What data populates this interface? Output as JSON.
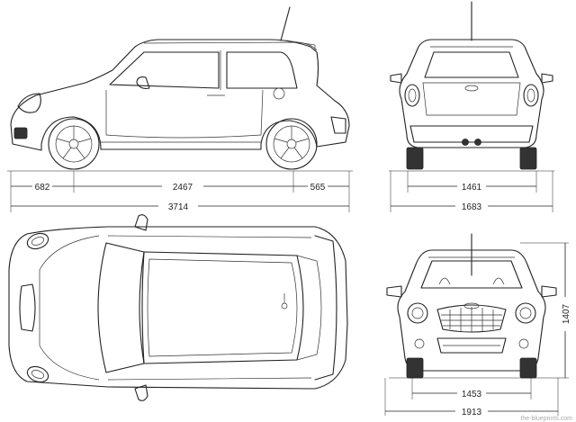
{
  "dimensions": {
    "front_overhang": "682",
    "wheelbase": "2467",
    "rear_overhang": "565",
    "overall_length": "3714",
    "rear_track": "1461",
    "overall_width_rear": "1683",
    "front_track": "1453",
    "overall_width_front": "1913",
    "height": "1407"
  },
  "watermark": "the-blueprints.com",
  "colors": {
    "line": "#222222",
    "background": "#ffffff",
    "dark_fill": "#333333"
  }
}
